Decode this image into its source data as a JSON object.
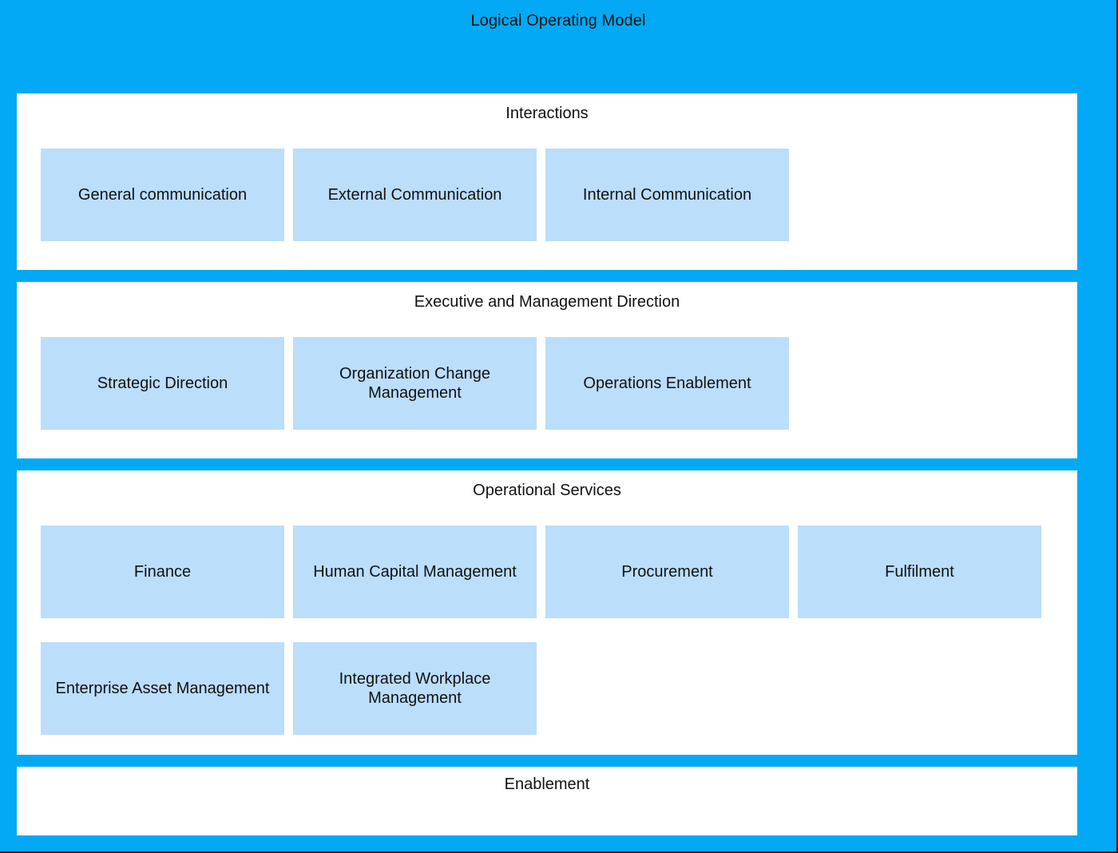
{
  "title": "Logical Operating Model",
  "colors": {
    "frame": "#03a9f4",
    "section": "#ffffff",
    "box": "#bbdefb"
  },
  "sections": [
    {
      "title": "Interactions",
      "boxes": [
        "General communication",
        "External Communication",
        "Internal Communication"
      ]
    },
    {
      "title": "Executive and Management Direction",
      "boxes": [
        "Strategic Direction",
        "Organization Change\nManagement",
        "Operations Enablement"
      ]
    },
    {
      "title": "Operational Services",
      "boxes": [
        "Finance",
        "Human Capital Management",
        "Procurement",
        "Fulfilment",
        "Enterprise Asset Management",
        "Integrated Workplace\nManagement"
      ]
    },
    {
      "title": "Enablement",
      "boxes": []
    }
  ]
}
